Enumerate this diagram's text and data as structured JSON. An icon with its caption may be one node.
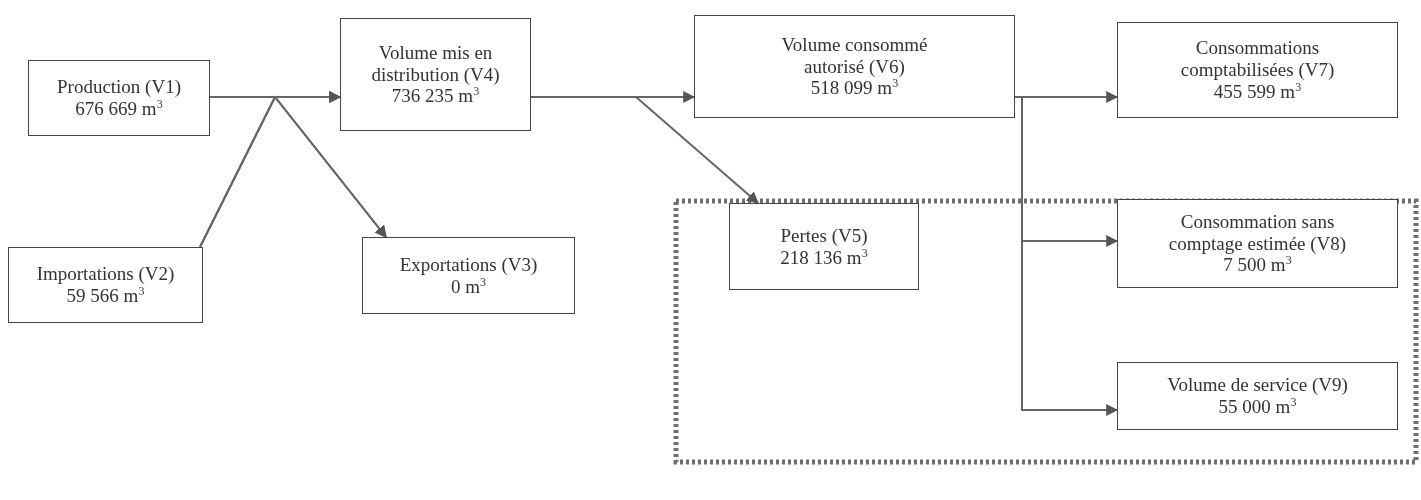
{
  "diagram": {
    "nodes": [
      {
        "text": [
          "Production (V1)",
          "676 669 m$^{3}$"
        ]
      },
      {
        "text": [
          "Importations (V2)",
          "59 566 m$^{3}$"
        ]
      },
      {
        "text": [
          "Volume mis en distribution (V4)",
          "736 235 m$^{3}$"
        ]
      },
      {
        "text": [
          "Exportations (V3)",
          "0 m$^{3}$"
        ]
      },
      {
        "text": [
          "Volume consommé autorisé (V6)",
          "518 099 m$^{3}$"
        ]
      },
      {
        "text": [
          "Pertes (V5)",
          "218 136 m$^{3}$"
        ]
      },
      {
        "text": [
          "Consommations comptabilisées (V7)",
          "455 599 m$^{3}$"
        ]
      },
      {
        "text": [
          "Consommation sans comptage estimée (V8)",
          "7 500 m$^{3}$"
        ]
      },
      {
        "text": [
          "Volume de service (V9)",
          "55 000 m$^{3}$"
        ]
      }
    ],
    "edges": [
      {
        "from": 0,
        "to": 2,
        "arrow": "to"
      },
      {
        "from": 0,
        "to": 3,
        "arrow": "to"
      },
      {
        "from": 1,
        "to": 2,
        "arrow": "to"
      },
      {
        "from": 1,
        "to": 3,
        "arrow": "to"
      },
      {
        "from": 2,
        "to": 4,
        "arrow": "to"
      },
      {
        "from": 2,
        "to": 5,
        "arrow": "to"
      },
      {
        "from": 4,
        "to": 6,
        "arrow": "to"
      },
      {
        "from": 4,
        "to": 7,
        "arrow": "to"
      },
      {
        "from": 4,
        "to": 8,
        "arrow": "to"
      }
    ]
  }
}
